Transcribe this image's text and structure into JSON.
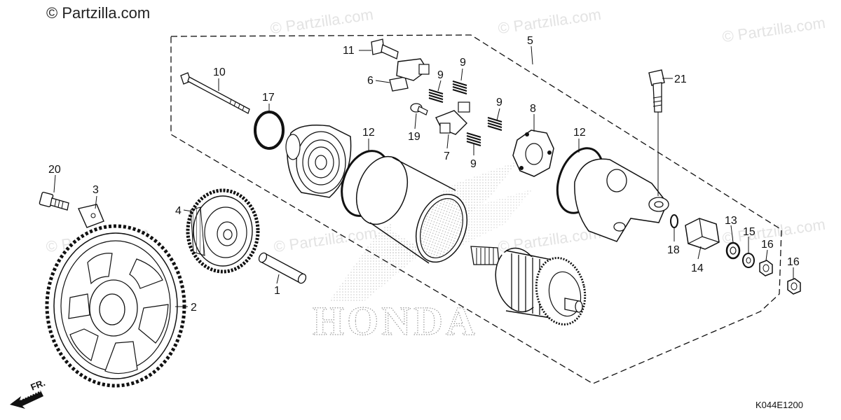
{
  "copyright": "© Partzilla.com",
  "watermark": "© Partzilla.com",
  "drawing_code": "K044E1200",
  "front_label": "FR.",
  "brand_watermark": "HONDA",
  "callouts": {
    "c1": "1",
    "c2": "2",
    "c3": "3",
    "c4": "4",
    "c5": "5",
    "c6": "6",
    "c7": "7",
    "c8": "8",
    "c9a": "9",
    "c9b": "9",
    "c9c": "9",
    "c9d": "9",
    "c10": "10",
    "c11": "11",
    "c12a": "12",
    "c12b": "12",
    "c13": "13",
    "c14": "14",
    "c15": "15",
    "c16a": "16",
    "c16b": "16",
    "c17": "17",
    "c18": "18",
    "c19": "19",
    "c20": "20",
    "c21": "21"
  }
}
